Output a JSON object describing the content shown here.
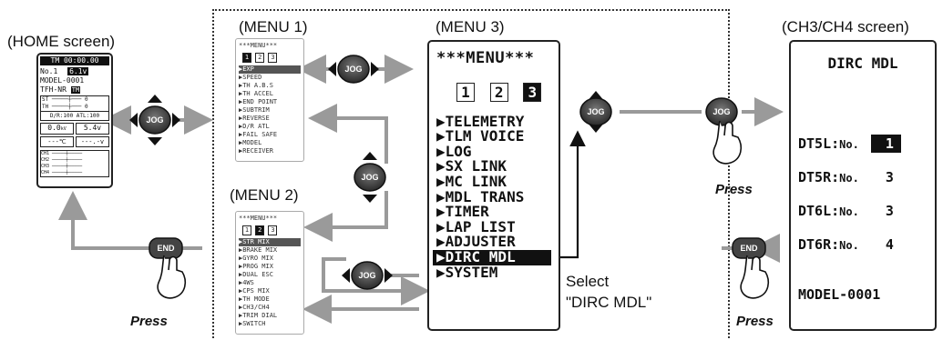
{
  "captions": {
    "home": "(HOME screen)",
    "menu1": "(MENU 1)",
    "menu2": "(MENU 2)",
    "menu3": "(MENU 3)",
    "ch3ch4": "(CH3/CH4 screen)"
  },
  "buttons": {
    "jog": "JOG",
    "end": "END"
  },
  "press_label": "Press",
  "select_note": {
    "line1": "Select",
    "line2": "\"DIRC MDL\""
  },
  "home_screen": {
    "timer": "TM 00:00.00",
    "model_no": "No.1",
    "voltage": "6.1v",
    "model_name": "MODEL-0001",
    "system": "TFH-NR",
    "system_badge": "TM",
    "st_label": "ST",
    "th_label": "TH",
    "st_value": "0",
    "th_value": "0",
    "dr_atl": "D/R:100 ATL:100",
    "rx_volt_1": "0.0",
    "rx_volt_unit_1": "kV",
    "rx_volt_2": "5.4v",
    "temp": "---℃",
    "volt3": "---.-v",
    "channels": [
      "CH1",
      "CH2",
      "CH3",
      "CH4"
    ]
  },
  "menu1": {
    "title": "***MENU***",
    "tabs": [
      "1",
      "2",
      "3"
    ],
    "active_tab": 0,
    "items": [
      "▶EXP",
      "▶SPEED",
      "▶TH A.B.S",
      "▶TH ACCEL",
      "▶END POINT",
      "▶SUBTRIM",
      "▶REVERSE",
      "▶D/R ATL",
      "▶FAIL SAFE",
      "▶MODEL",
      "▶RECEIVER"
    ],
    "selected_index": 0
  },
  "menu2": {
    "title": "***MENU***",
    "tabs": [
      "1",
      "2",
      "3"
    ],
    "active_tab": 1,
    "items": [
      "▶STR MIX",
      "▶BRAKE MIX",
      "▶GYRO MIX",
      "▶PROG MIX",
      "▶DUAL ESC",
      "▶4WS",
      "▶CPS MIX",
      "▶TH MODE",
      "▶CH3/CH4",
      "▶TRIM DIAL",
      "▶SWITCH"
    ],
    "selected_index": 0
  },
  "menu3": {
    "title": "***MENU***",
    "tabs": [
      "1",
      "2",
      "3"
    ],
    "active_tab": 2,
    "items": [
      "▶TELEMETRY",
      "▶TLM VOICE",
      "▶LOG",
      "▶SX LINK",
      "▶MC LINK",
      "▶MDL TRANS",
      "▶TIMER",
      "▶LAP LIST",
      "▶ADJUSTER",
      "▶DIRC MDL",
      "▶SYSTEM"
    ],
    "selected_index": 9
  },
  "dirc_screen": {
    "title": "DIRC MDL",
    "rows": [
      {
        "label": "DT5L:",
        "no": "No.",
        "value": "1",
        "highlight": true
      },
      {
        "label": "DT5R:",
        "no": "No.",
        "value": "3",
        "highlight": false
      },
      {
        "label": "DT6L:",
        "no": "No.",
        "value": "3",
        "highlight": false
      },
      {
        "label": "DT6R:",
        "no": "No.",
        "value": "4",
        "highlight": false
      }
    ],
    "model": "MODEL-0001"
  },
  "colors": {
    "arrow": "#9a9a9a",
    "button_dark": "#444444",
    "screen_border": "#222222"
  }
}
